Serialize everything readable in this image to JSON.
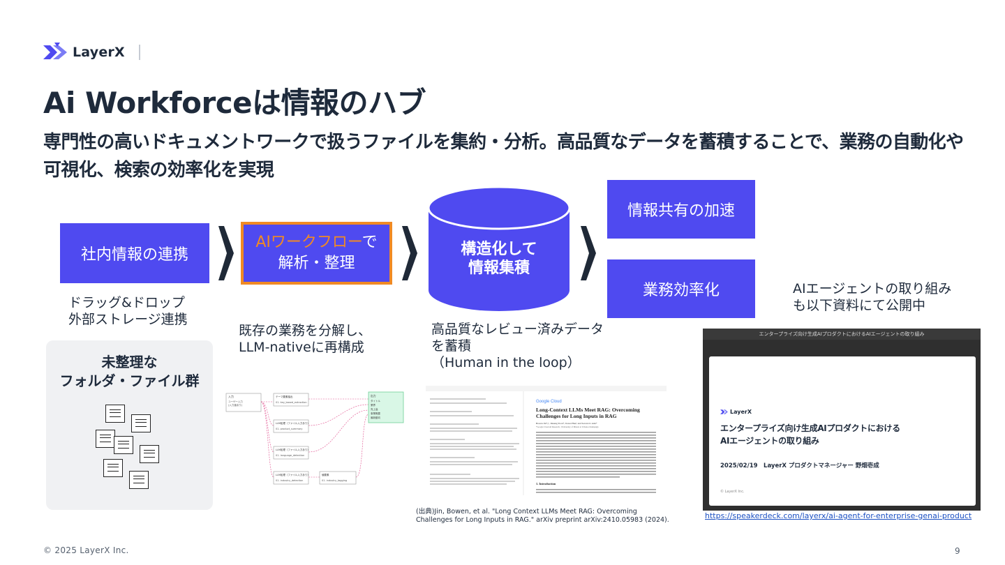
{
  "brand": {
    "name": "LayerX"
  },
  "title": "Ai Workforceは情報のハブ",
  "subtitle": "専門性の高いドキュメントワークで扱うファイルを集約・分析。高品質なデータを蓄積することで、業務の自動化や可視化、検索の効率化を実現",
  "colors": {
    "primary": "#4f4af0",
    "accent": "#f08a24",
    "dark": "#1e2a3b",
    "panel": "#f0f1f3"
  },
  "flow": {
    "source_box": "社内情報の連携",
    "source_caption": [
      "ドラッグ&ドロップ",
      "外部ストレージ連携"
    ],
    "ai_box": {
      "highlight": "AIワークフロー",
      "rest": "で",
      "line2": "解析・整理"
    },
    "ai_caption": [
      "既存の業務を分解し、",
      "LLM-nativeに再構成"
    ],
    "db_label": [
      "構造化して",
      "情報集積"
    ],
    "db_caption": [
      "高品質なレビュー済みデータ",
      "を蓄積",
      "（Human in the loop）"
    ],
    "out_boxes": [
      "情報共有の加速",
      "業務効率化"
    ]
  },
  "folder_panel": {
    "title": [
      "未整理な",
      "フォルダ・ファイル群"
    ],
    "icon": "document-icon"
  },
  "workflow_thumb": {
    "nodes": [
      {
        "title": "入力",
        "lines": [
          "ユーザー入力",
          "(入力値あり)"
        ]
      },
      {
        "title": "テーマ要素抽出",
        "lines": [
          "01. key_based_extraction"
        ]
      },
      {
        "title": "LLM処理（ファイル入力あり）",
        "lines": [
          "01. product_summary"
        ]
      },
      {
        "title": "LLM処理（ファイル入力あり）",
        "lines": [
          "01. language_detection"
        ]
      },
      {
        "title": "LLM処理（ファイル入力あり）",
        "lines": [
          "01. industry_detection"
        ]
      },
      {
        "title": "値要素",
        "lines": [
          "01. industry_tagging"
        ]
      },
      {
        "title": "出力",
        "lines": [
          "タイトル",
          "業界",
          "売上高",
          "事業概要",
          "最新動向"
        ]
      }
    ]
  },
  "paper_thumb": {
    "brand": "Google Cloud",
    "title": [
      "Long-Context LLMs Meet RAG: Overcoming",
      "Challenges for Long Inputs in RAG"
    ],
    "authors": "Bowen Jin*,†, Jinsung Yoon*, Jiawei Han† and Sercan O. Arik*",
    "affil": "*Google Cloud AI Research, †University of Illinois at Urbana-Champaign",
    "section": "1. Introduction"
  },
  "citation": "(出典)Jin, Bowen, et al. \"Long Context LLMs Meet RAG: Overcoming Challenges for Long Inputs in RAG.\" arXiv preprint arXiv:2410.05983 (2024).",
  "deck": {
    "bar_title": "エンタープライズ向け生成AIプロダクトにおけるAIエージェントの取り組み",
    "logo": "LayerX",
    "title": [
      "エンタープライズ向け生成AIプロダクトにおける",
      "AIエージェントの取り組み"
    ],
    "date_line": "2025/02/19　LayerX プロダクトマネージャー 野畑壱成",
    "copyright": "© LayerX Inc.",
    "link": "https://speakerdeck.com/layerx/ai-agent-for-enterprise-genai-product"
  },
  "note": [
    "AIエージェントの取り組み",
    "も以下資料にて公開中"
  ],
  "footer": "© 2025 LayerX Inc.",
  "page_number": "9"
}
